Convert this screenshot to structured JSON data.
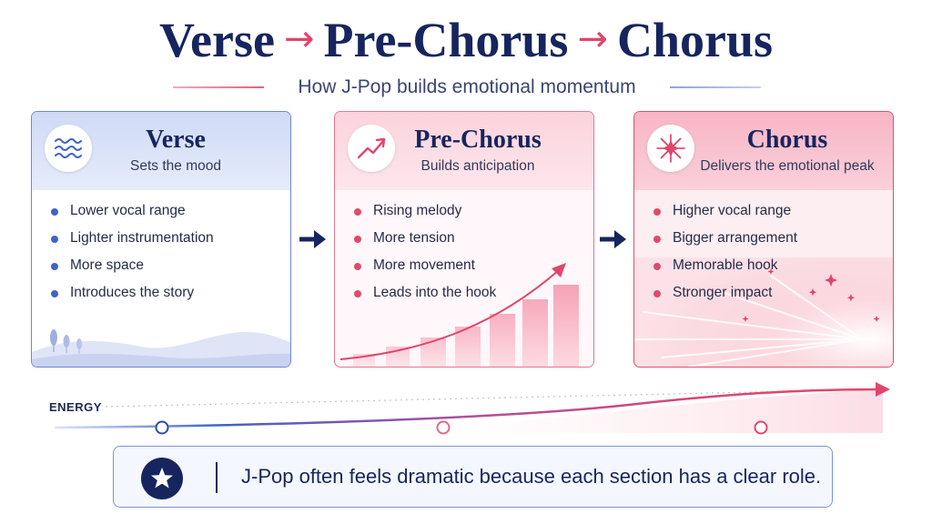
{
  "header": {
    "title_part1": "Verse",
    "title_part2": "Pre-Chorus",
    "title_part3": "Chorus",
    "arrow_glyph": "→",
    "subtitle": "How J-Pop builds emotional momentum"
  },
  "cards": [
    {
      "title": "Verse",
      "subtitle": "Sets the mood",
      "icon": "waves-icon",
      "bullets": [
        "Lower vocal range",
        "Lighter instrumentation",
        "More space",
        "Introduces the story"
      ]
    },
    {
      "title": "Pre-Chorus",
      "subtitle": "Builds anticipation",
      "icon": "rising-trend-icon",
      "bullets": [
        "Rising melody",
        "More tension",
        "More movement",
        "Leads into the hook"
      ]
    },
    {
      "title": "Chorus",
      "subtitle": "Delivers the emotional peak",
      "icon": "starburst-icon",
      "bullets": [
        "Higher vocal range",
        "Bigger arrangement",
        "Memorable hook",
        "Stronger impact"
      ]
    }
  ],
  "energy": {
    "label": "ENERGY"
  },
  "banner": {
    "icon": "star-icon",
    "text": "J-Pop often feels dramatic because each section has a clear role."
  },
  "colors": {
    "navy": "#16255e",
    "pink": "#e2456c",
    "blue": "#3f63c9"
  }
}
